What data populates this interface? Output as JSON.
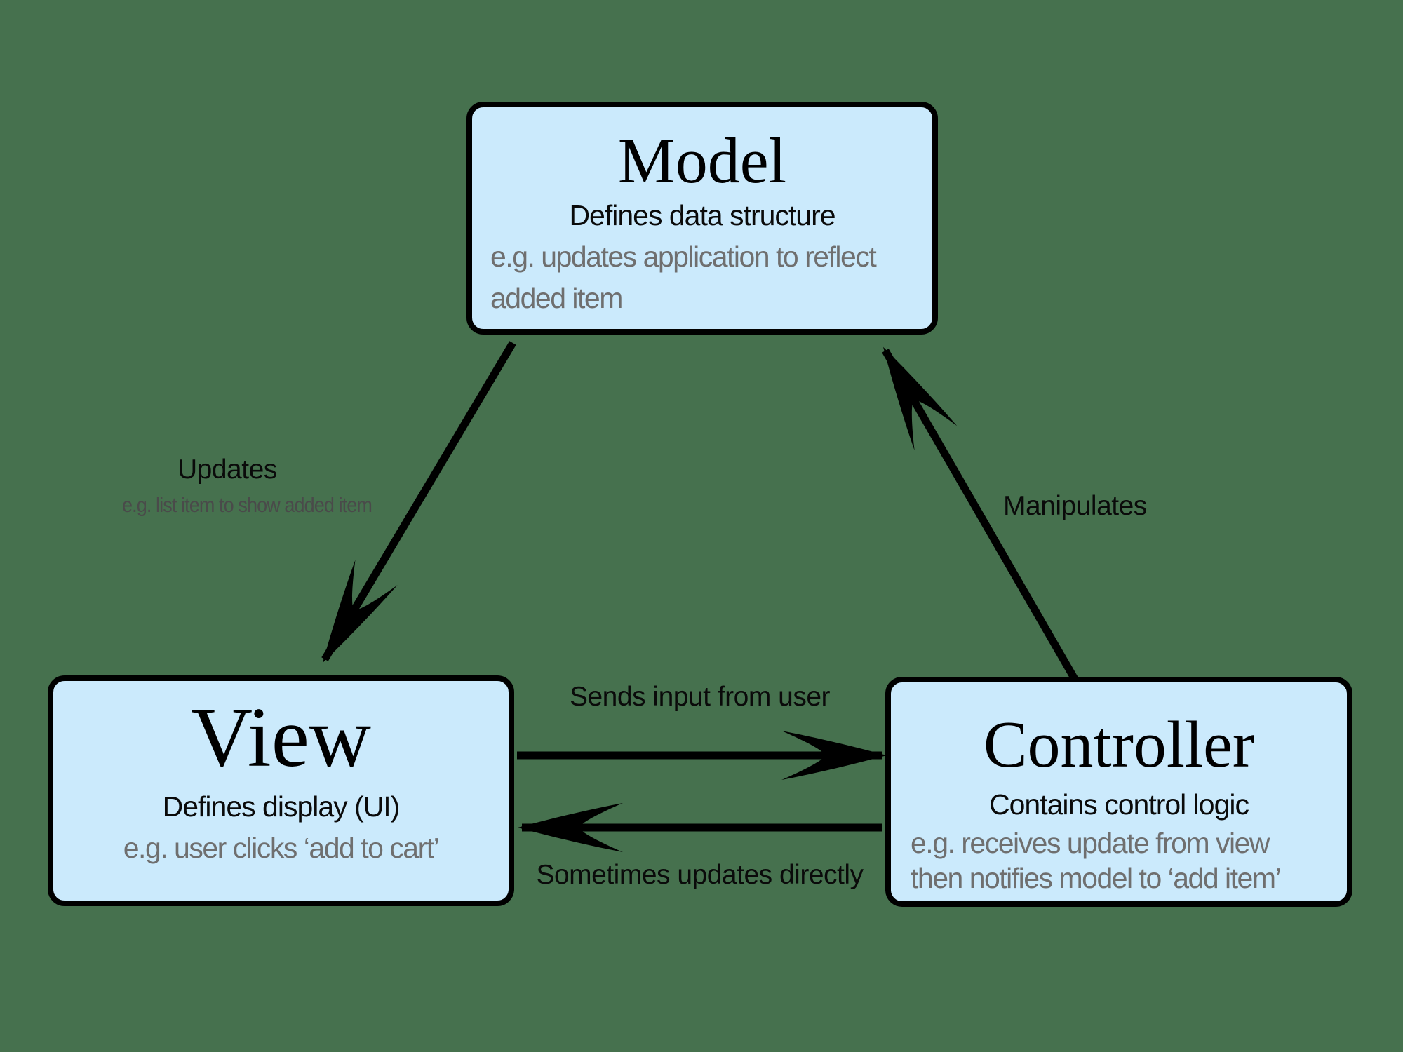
{
  "diagram": {
    "background_color": "#46714E",
    "node_fill_color": "#CBEAFC",
    "node_border_color": "#000000",
    "arrow_color": "#000000",
    "example_text_color": "#6F6F6F",
    "nodes": {
      "model": {
        "title": "Model",
        "subtitle": "Defines data structure",
        "example": "e.g. updates application to reflect\nadded item"
      },
      "view": {
        "title": "View",
        "subtitle": "Defines display (UI)",
        "example": "e.g. user clicks ‘add to cart’"
      },
      "controller": {
        "title": "Controller",
        "subtitle": "Contains control logic",
        "example": "e.g. receives update from view\nthen notifies model to ‘add item’"
      }
    },
    "edges": {
      "updates": {
        "label": "Updates",
        "sublabel": "e.g. list item to show added item"
      },
      "manipulates": {
        "label": "Manipulates"
      },
      "sends_input": {
        "label": "Sends input from user"
      },
      "updates_directly": {
        "label": "Sometimes updates directly"
      }
    }
  }
}
